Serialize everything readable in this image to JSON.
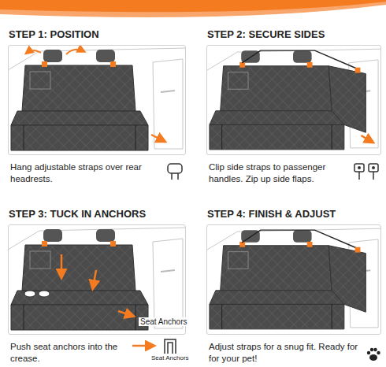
{
  "diagram": {
    "nodes": [
      {
        "text": [
          "STEP 1: POSITION",
          "Hang adjustable straps over rear headrests."
        ]
      },
      {
        "text": [
          "STEP 2: SECURE SIDES",
          "Clip side straps to passenger handles. Zip up side flaps."
        ]
      },
      {
        "text": [
          "STEP 3: TUCK IN ANCHORS",
          "Push seat anchors into the crease."
        ]
      },
      {
        "text": [
          "STEP 4: FINISH & ADJUST",
          "Adjust straps for a snug fit. Ready for for your pet!"
        ]
      }
    ],
    "labels": [
      "Seat Anchors",
      "Seat Anchors"
    ]
  }
}
